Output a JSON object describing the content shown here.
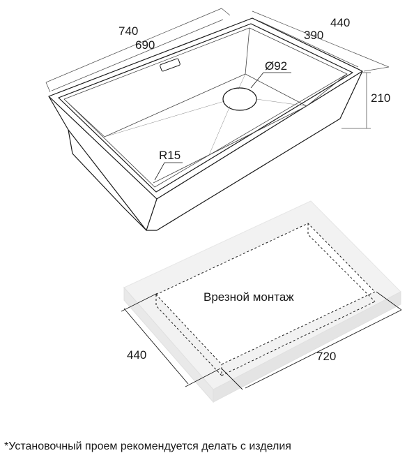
{
  "sink_dimensions": {
    "length_outer": "740",
    "length_inner": "690",
    "width_outer": "440",
    "width_inner": "390",
    "depth": "210",
    "drain_diameter": "Ø92",
    "corner_radius": "R15"
  },
  "cutout": {
    "caption": "Врезной монтаж",
    "width": "440",
    "length": "720"
  },
  "footnote": "*Установочный проем рекомендуется делать с изделия",
  "colors": {
    "line": "#1a1a1a",
    "thin_line": "#555555",
    "slab_fill": "#f2f2f2",
    "slab_edge": "#e6e6e6"
  }
}
